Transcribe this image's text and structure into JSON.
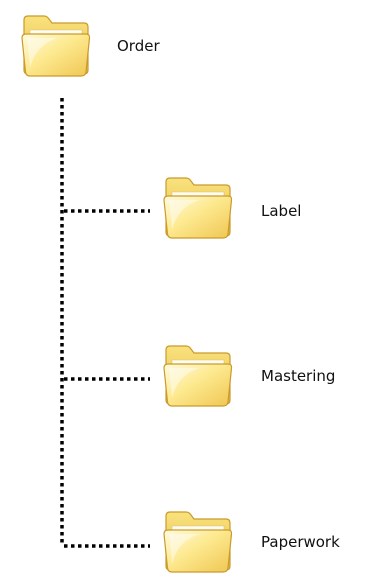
{
  "root": {
    "label": "Order",
    "icon": "folder-icon"
  },
  "children": [
    {
      "label": "Label",
      "icon": "folder-icon"
    },
    {
      "label": "Mastering",
      "icon": "folder-icon"
    },
    {
      "label": "Paperwork",
      "icon": "folder-icon"
    }
  ],
  "colors": {
    "connector": "#000000",
    "folder_light": "#fff3b0",
    "folder_mid": "#f7d96a",
    "folder_dark": "#e0b43a",
    "folder_outline": "#c79a2c"
  }
}
